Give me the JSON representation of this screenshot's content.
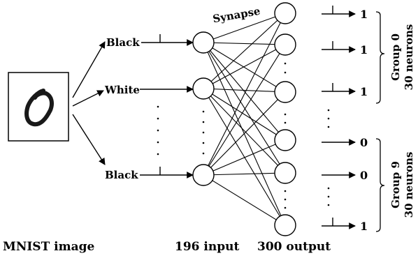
{
  "diagram": {
    "image_caption": "MNIST image",
    "input_signals": [
      "Black",
      "White",
      "Black"
    ],
    "synapse_label": "Synapse",
    "input_caption": "196 input",
    "output_caption": "300 output",
    "outputs": [
      "1",
      "1",
      "1",
      "0",
      "0",
      "1"
    ],
    "groups": [
      {
        "name": "Group 0",
        "size": "30 neurons"
      },
      {
        "name": "Group 9",
        "size": "30 neurons"
      }
    ],
    "colors": {
      "stroke": "#000000",
      "background": "#ffffff"
    }
  }
}
